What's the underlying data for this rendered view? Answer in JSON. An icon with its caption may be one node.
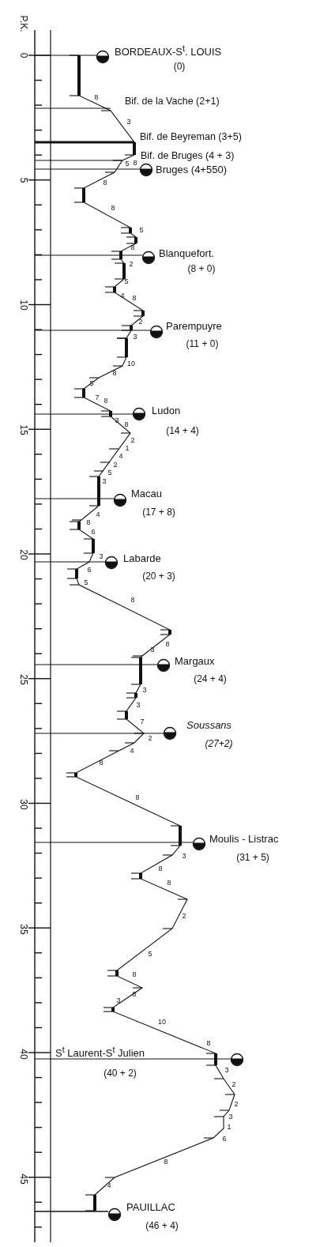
{
  "diagram": {
    "labels": [
      "P.K.",
      "0",
      "5",
      "10",
      "15",
      "20",
      "25",
      "30",
      "35",
      "40",
      "45",
      "BORDEAUX-S$^{t}$. LOUIS",
      "(0)",
      "8",
      "Bif. de la Vache (2+1)",
      "3",
      "Bif. de Beyreman (3+5)",
      "Bif. de Bruges (4 + 3)",
      "8",
      "5",
      "Bruges (4+550)",
      "8",
      "8",
      "5",
      "8",
      "Blanquefort.",
      "(8 + 0)",
      "2",
      "5",
      "4",
      "8",
      "2",
      "Parempuyre",
      "3",
      "(11 + 0)",
      "10",
      "8",
      "5",
      "7",
      "8",
      "Ludon",
      "3",
      "8",
      "(14 + 4)",
      "2",
      "1",
      "4",
      "2",
      "5",
      "3",
      "Macau",
      "(17 + 8)",
      "4",
      "8",
      "6",
      "3",
      "Labarde",
      "6",
      "(20 + 3)",
      "5",
      "8",
      "8",
      "3",
      "Margaux",
      "(24 + 4)",
      "3",
      "3",
      "7",
      "Soussans",
      "2",
      "(27+2)",
      "4",
      "8",
      "8",
      "Moulis - Listrac",
      "3",
      "(31 + 5)",
      "8",
      "8",
      "2",
      "5",
      "8",
      "8",
      "3",
      "10",
      "8",
      "S$^{t}$ Laurent-S$^{t}$ Julien",
      "3",
      "(40 + 2)",
      "2",
      "2",
      "3",
      "1",
      "6",
      "8",
      "4",
      "PAUILLAC",
      "(46 + 4)"
    ]
  }
}
